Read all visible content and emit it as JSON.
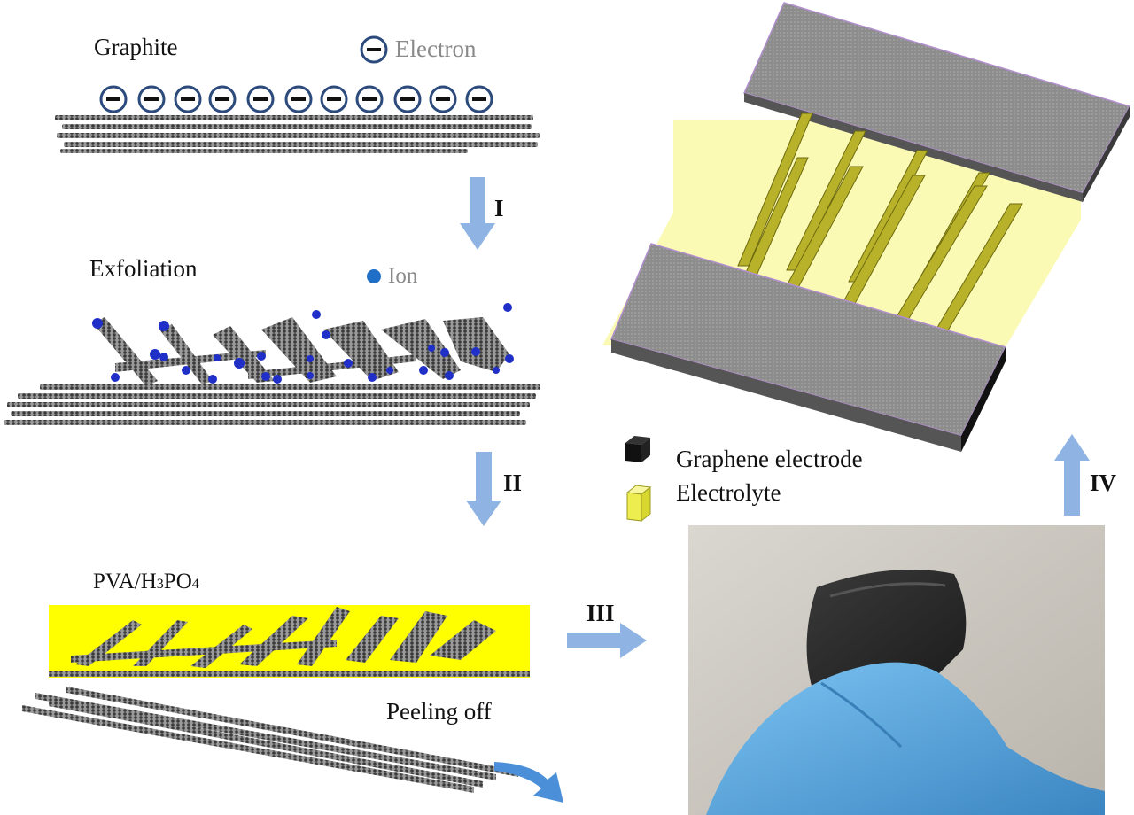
{
  "labels": {
    "graphite": "Graphite",
    "electron": "Electron",
    "exfoliation": "Exfoliation",
    "ion": "Ion",
    "pva": "PVA/H",
    "pva_sub3": "3",
    "pva_po": "PO",
    "pva_sub4": "4",
    "peeling": "Peeling off",
    "graphene_electrode": "Graphene electrode",
    "electrolyte": "Electrolyte"
  },
  "steps": {
    "s1": "I",
    "s2": "II",
    "s3": "III",
    "s4": "IV"
  },
  "colors": {
    "arrow": "#8fb4e3",
    "ion": "#1f2fc8",
    "electron_ring": "#2c4a7c",
    "electrolyte": "#f3f35a",
    "pva_film": "#ffff00",
    "electrode": "#8e8e8e",
    "finger": "#6fb6ea"
  },
  "icons": [
    "electron-icon",
    "ion-icon",
    "graphene-cube-icon",
    "electrolyte-cube-icon"
  ]
}
